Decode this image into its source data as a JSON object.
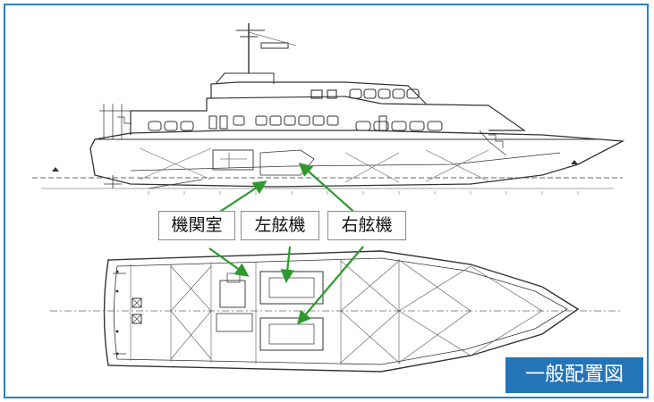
{
  "labels": {
    "engine_room": "機関室",
    "port_engine": "左舷機",
    "starboard_engine": "右舷機"
  },
  "title_badge": "一般配置図",
  "colors": {
    "frame_border": "#2a7fc4",
    "badge_bg": "#2474b8",
    "arrow": "#2e9a2e",
    "line_art": "#333333"
  }
}
